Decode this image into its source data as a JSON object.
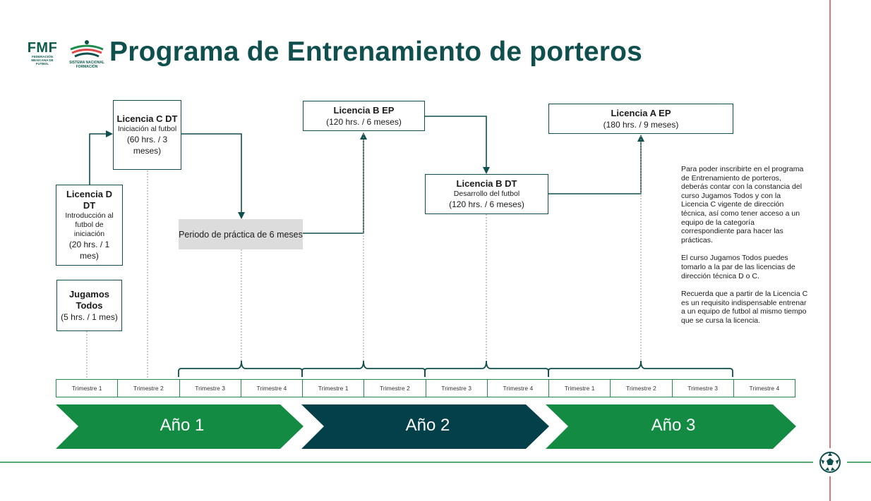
{
  "header": {
    "title": "Programa de Entrenamiento de porteros",
    "logo_fmf": "FMF",
    "logo_fmf_sub": "FEDERACIÓN MEXICANA DE FUTBOL",
    "logo_sn_line1": "SISTEMA NACIONAL",
    "logo_sn_line2": "FORMACIÓN"
  },
  "boxes": {
    "jugamos": {
      "title": "Jugamos Todos",
      "hours": "(5 hrs. / 1 mes)"
    },
    "licencia_d": {
      "title": "Licencia D DT",
      "desc": "Introducción al futbol de iniciación",
      "hours": "(20 hrs. / 1 mes)"
    },
    "licencia_c": {
      "title": "Licencia C DT",
      "desc": "Iniciación al futbol",
      "hours": "(60 hrs. / 3 meses)"
    },
    "practica": "Periodo de práctica de 6 meses",
    "licencia_b_ep": {
      "title": "Licencia B EP",
      "hours": "(120 hrs. / 6 meses)"
    },
    "licencia_b_dt": {
      "title": "Licencia B DT",
      "desc": "Desarrollo del futbol",
      "hours": "(120 hrs. / 6 meses)"
    },
    "licencia_a_ep": {
      "title": "Licencia A EP",
      "hours": "(180 hrs. / 9 meses)"
    }
  },
  "notes": [
    "Para poder inscribirte en el programa de Entrenamiento de porteros, deberás contar con la constancia del curso Jugamos Todos y con la Licencia C vigente de dirección técnica, así como tener acceso a un equipo de la categoría correspondiente para hacer las prácticas.",
    "El curso Jugamos Todos puedes tomarlo a la par de las licencias de dirección técnica D o C.",
    "Recuerda que a partir de la Licencia C es un requisito indispensable entrenar a un equipo de futbol al mismo tiempo que se cursa la licencia."
  ],
  "quarters": [
    "Trimestre 1",
    "Trimestre 2",
    "Trimestre 3",
    "Trimestre 4",
    "Trimestre 1",
    "Trimestre 2",
    "Trimestre 3",
    "Trimestre 4",
    "Trimestre 1",
    "Trimestre 2",
    "Trimestre 3",
    "Trimestre 4"
  ],
  "years": [
    "Año 1",
    "Año 2",
    "Año 3"
  ],
  "colors": {
    "dark_teal": "#0f4f4e",
    "green": "#148b43",
    "navy_teal": "#04404a",
    "red_line": "#e04848"
  }
}
